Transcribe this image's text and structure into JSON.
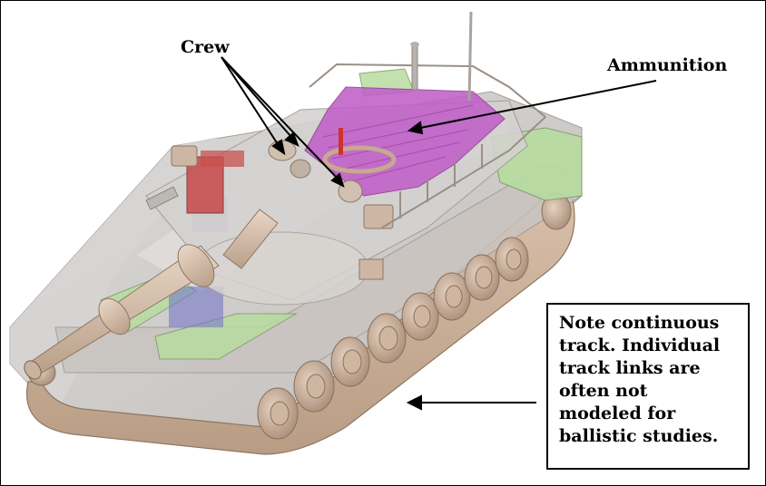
{
  "labels": {
    "crew": "Crew",
    "ammunition": "Ammunition"
  },
  "note": {
    "lines": [
      "Note continuous",
      "track.  Individual",
      "track links are",
      "often not",
      "modeled for",
      "ballistic studies."
    ]
  },
  "colors": {
    "hull": "#c9c6c3",
    "track": "#cdb39c",
    "ammunition": "#c060c8",
    "fuel_green": "#b8dca0",
    "crew_red": "#c85050",
    "interior_blue": "#7070c8"
  }
}
